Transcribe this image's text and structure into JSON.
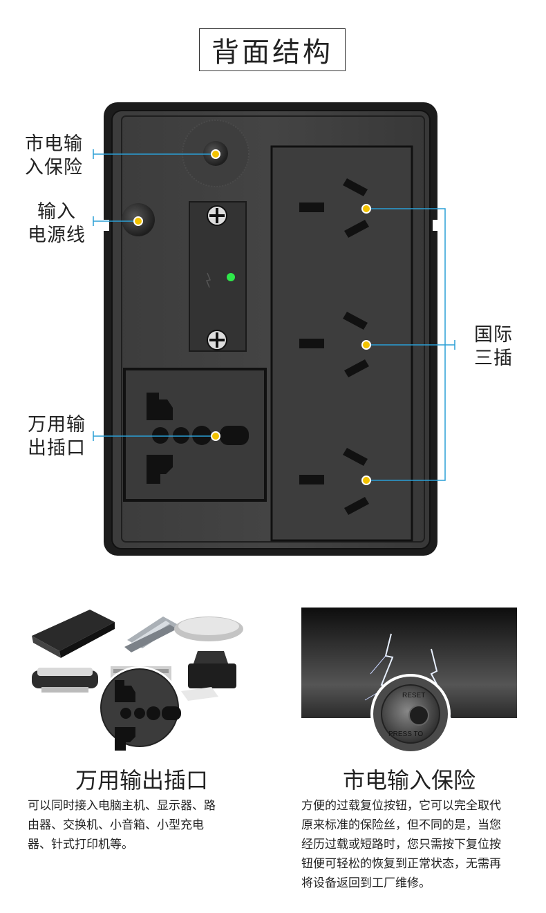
{
  "header": {
    "title": "背面结构"
  },
  "callouts": {
    "fuse": [
      "市电输",
      "入保险"
    ],
    "power_cord": [
      "输入",
      "电源线"
    ],
    "international": [
      "国际",
      "三插"
    ],
    "universal": [
      "万用输",
      "出插口"
    ]
  },
  "features": [
    {
      "title": "万用输出插口",
      "desc": [
        "可以同时接入电脑主机、显示器、路",
        "由器、交换机、小音箱、小型充电",
        "器、针式打印机等。"
      ]
    },
    {
      "title": "市电输入保险",
      "desc": [
        "方便的过载复位按钮，它可以完全取代",
        "原来标准的保险丝，但不同的是，当您",
        "经历过载或短路时，您只需按下复位按",
        "钮便可轻松的恢复到正常状态，无需再",
        "将设备返回到工厂维修。"
      ]
    }
  ],
  "reset_button": {
    "top_text": "RESET",
    "bottom_text": "PRESS TO"
  },
  "colors": {
    "accent": "#2a9fd6",
    "dot": "#f2c200",
    "panel": "#3a3a3a",
    "panel_dark": "#2a2a2a"
  }
}
